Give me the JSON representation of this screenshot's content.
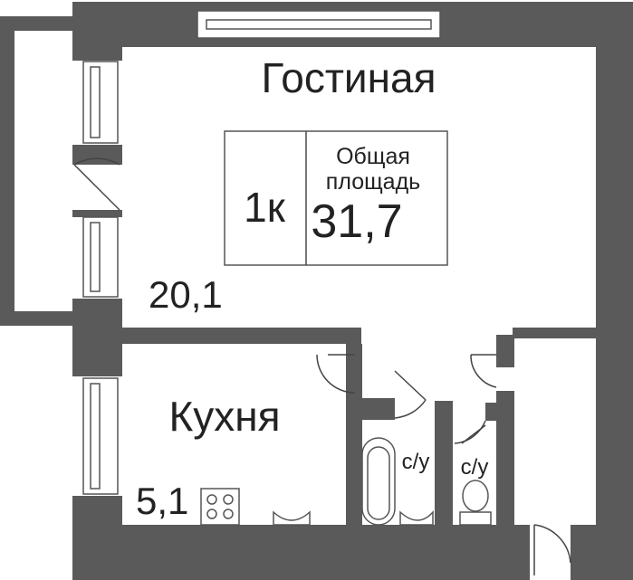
{
  "plan": {
    "rooms": [
      {
        "id": "living",
        "name": "Гостиная",
        "area": "20,1"
      },
      {
        "id": "kitchen",
        "name": "Кухня",
        "area": "5,1"
      }
    ],
    "bathrooms": [
      {
        "id": "bath-1",
        "name": "с/у"
      },
      {
        "id": "bath-2",
        "name": "с/у"
      }
    ],
    "summary": {
      "type": "1к",
      "total_label_line1": "Общая",
      "total_label_line2": "площадь",
      "total_area": "31,7"
    }
  },
  "colors": {
    "wall": "#5a5a5a",
    "background": "#ffffff",
    "text": "#222222"
  }
}
